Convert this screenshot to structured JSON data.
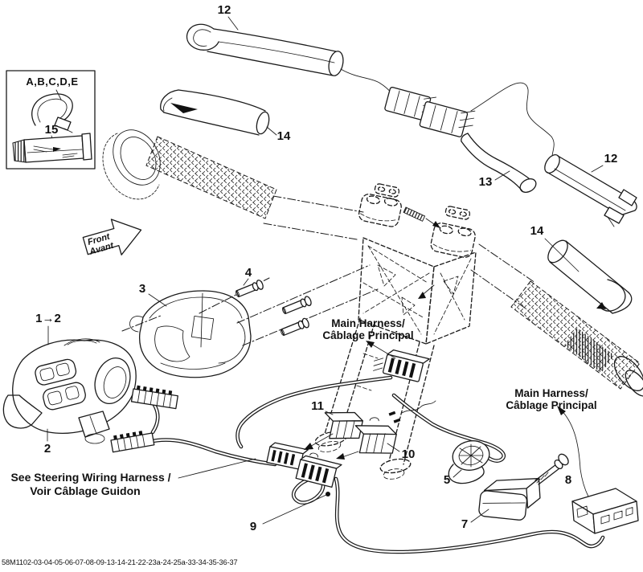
{
  "page": {
    "background": "#ffffff",
    "line_color": "#1a1a1a"
  },
  "legend_box": {
    "items_label": "A,B,C,D,E",
    "tube_number": "15"
  },
  "front_indicator": {
    "en": "Front",
    "fr": "Avant"
  },
  "callouts": {
    "grip_top": "12",
    "sleeve_left": "14",
    "bar_hook": "13",
    "grip_right": "12",
    "sleeve_right": "14",
    "switch_assembly": "1→2",
    "switch_lower": "2",
    "housing": "3",
    "screws": "4",
    "tether_switch": "5",
    "module": "7",
    "bolt": "8",
    "harness": "9",
    "connector_b": "10",
    "connector_a": "11"
  },
  "annotations": {
    "main_harness_center": {
      "line1": "Main Harness/",
      "line2": "Câblage Principal"
    },
    "main_harness_right": {
      "line1": "Main Harness/",
      "line2": "Câblage Principal"
    },
    "steering_note": {
      "line1": "See Steering Wiring Harness /",
      "line2": "Voir Câblage Guidon"
    }
  },
  "footer": {
    "part_code": "58M1102-03-04-05-06-07-08-09-13-14-21-22-23a-24-25a-33-34-35-36-37"
  }
}
